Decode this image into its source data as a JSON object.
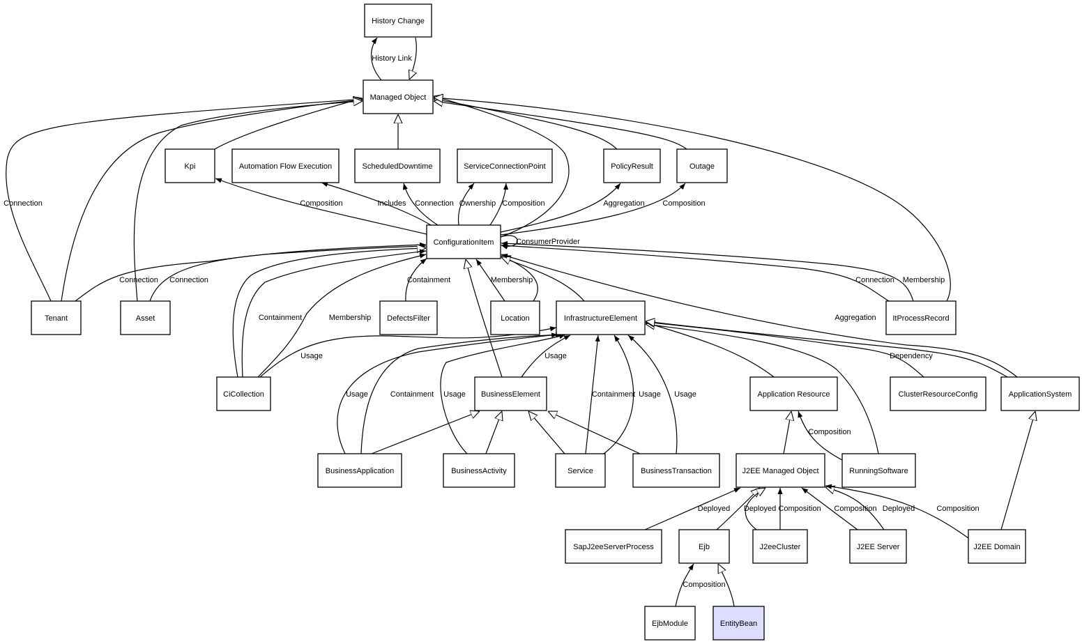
{
  "diagram": {
    "type": "uml-class-diagram",
    "default_node_fill": "#ffffff",
    "highlight_node_fill": "#ddddff",
    "nodes": [
      {
        "id": "HistoryChange",
        "label": "History Change"
      },
      {
        "id": "ManagedObject",
        "label": "Managed Object"
      },
      {
        "id": "Kpi",
        "label": "Kpi"
      },
      {
        "id": "AutomationFlowExecution",
        "label": "Automation Flow Execution"
      },
      {
        "id": "ScheduledDowntime",
        "label": "ScheduledDowntime"
      },
      {
        "id": "ServiceConnectionPoint",
        "label": "ServiceConnectionPoint"
      },
      {
        "id": "PolicyResult",
        "label": "PolicyResult"
      },
      {
        "id": "Outage",
        "label": "Outage"
      },
      {
        "id": "ConfigurationItem",
        "label": "ConfigurationItem"
      },
      {
        "id": "Tenant",
        "label": "Tenant"
      },
      {
        "id": "Asset",
        "label": "Asset"
      },
      {
        "id": "DefectsFilter",
        "label": "DefectsFilter"
      },
      {
        "id": "Location",
        "label": "Location"
      },
      {
        "id": "InfrastructureElement",
        "label": "InfrastructureElement"
      },
      {
        "id": "ItProcessRecord",
        "label": "ItProcessRecord"
      },
      {
        "id": "CiCollection",
        "label": "CiCollection"
      },
      {
        "id": "BusinessElement",
        "label": "BusinessElement"
      },
      {
        "id": "ApplicationResource",
        "label": "Application Resource"
      },
      {
        "id": "ClusterResourceConfig",
        "label": "ClusterResourceConfig"
      },
      {
        "id": "ApplicationSystem",
        "label": "ApplicationSystem"
      },
      {
        "id": "BusinessApplication",
        "label": "BusinessApplication"
      },
      {
        "id": "BusinessActivity",
        "label": "BusinessActivity"
      },
      {
        "id": "Service",
        "label": "Service"
      },
      {
        "id": "BusinessTransaction",
        "label": "BusinessTransaction"
      },
      {
        "id": "J2EEManagedObject",
        "label": "J2EE Managed Object"
      },
      {
        "id": "RunningSoftware",
        "label": "RunningSoftware"
      },
      {
        "id": "SapJ2eeServerProcess",
        "label": "SapJ2eeServerProcess"
      },
      {
        "id": "Ejb",
        "label": "Ejb"
      },
      {
        "id": "J2eeCluster",
        "label": "J2eeCluster"
      },
      {
        "id": "J2EEServer",
        "label": "J2EE Server"
      },
      {
        "id": "J2EEDomain",
        "label": "J2EE Domain"
      },
      {
        "id": "EjbModule",
        "label": "EjbModule"
      },
      {
        "id": "EntityBean",
        "label": "EntityBean",
        "highlighted": true
      }
    ],
    "edges": [
      {
        "from": "ManagedObject",
        "to": "HistoryChange",
        "label": "History Link",
        "arrow": "filled"
      },
      {
        "from": "HistoryChange",
        "to": "ManagedObject",
        "label": "",
        "arrow": "hollow"
      },
      {
        "from": "Kpi",
        "to": "ManagedObject",
        "label": "",
        "arrow": "hollow"
      },
      {
        "from": "Tenant",
        "to": "ManagedObject",
        "label": "Connection",
        "arrow": "filled"
      },
      {
        "from": "Tenant",
        "to": "ManagedObject",
        "label": "",
        "arrow": "hollow"
      },
      {
        "from": "Asset",
        "to": "ManagedObject",
        "label": "",
        "arrow": "hollow"
      },
      {
        "from": "ScheduledDowntime",
        "to": "ManagedObject",
        "label": "",
        "arrow": "hollow"
      },
      {
        "from": "ConfigurationItem",
        "to": "ManagedObject",
        "label": "",
        "arrow": "hollow"
      },
      {
        "from": "PolicyResult",
        "to": "ManagedObject",
        "label": "",
        "arrow": "hollow"
      },
      {
        "from": "Outage",
        "to": "ManagedObject",
        "label": "",
        "arrow": "hollow"
      },
      {
        "from": "ItProcessRecord",
        "to": "ManagedObject",
        "label": "",
        "arrow": "hollow"
      },
      {
        "from": "ConfigurationItem",
        "to": "Kpi",
        "label": "Composition",
        "arrow": "filled"
      },
      {
        "from": "ConfigurationItem",
        "to": "AutomationFlowExecution",
        "label": "Includes",
        "arrow": "filled"
      },
      {
        "from": "ConfigurationItem",
        "to": "ScheduledDowntime",
        "label": "Connection",
        "arrow": "filled"
      },
      {
        "from": "ConfigurationItem",
        "to": "ServiceConnectionPoint",
        "label": "Ownership",
        "arrow": "filled"
      },
      {
        "from": "ConfigurationItem",
        "to": "ServiceConnectionPoint",
        "label": "Composition",
        "arrow": "filled"
      },
      {
        "from": "ConfigurationItem",
        "to": "PolicyResult",
        "label": "Aggregation",
        "arrow": "filled"
      },
      {
        "from": "ConfigurationItem",
        "to": "Outage",
        "label": "Composition",
        "arrow": "filled"
      },
      {
        "from": "ConfigurationItem",
        "to": "ConfigurationItem",
        "label": "ConsumerProvider",
        "arrow": "filled"
      },
      {
        "from": "Tenant",
        "to": "ConfigurationItem",
        "label": "Connection",
        "arrow": "filled"
      },
      {
        "from": "Asset",
        "to": "ConfigurationItem",
        "label": "Connection",
        "arrow": "filled"
      },
      {
        "from": "CiCollection",
        "to": "ConfigurationItem",
        "label": "",
        "arrow": "hollow"
      },
      {
        "from": "CiCollection",
        "to": "ConfigurationItem",
        "label": "Containment",
        "arrow": "filled"
      },
      {
        "from": "CiCollection",
        "to": "ConfigurationItem",
        "label": "Membership",
        "arrow": "filled"
      },
      {
        "from": "DefectsFilter",
        "to": "ConfigurationItem",
        "label": "Containment",
        "arrow": "filled"
      },
      {
        "from": "Location",
        "to": "ConfigurationItem",
        "label": "Membership",
        "arrow": "filled"
      },
      {
        "from": "Location",
        "to": "ConfigurationItem",
        "label": "",
        "arrow": "hollow"
      },
      {
        "from": "InfrastructureElement",
        "to": "ConfigurationItem",
        "label": "",
        "arrow": "hollow"
      },
      {
        "from": "BusinessElement",
        "to": "ConfigurationItem",
        "label": "",
        "arrow": "hollow"
      },
      {
        "from": "ApplicationSystem",
        "to": "ConfigurationItem",
        "label": "Aggregation",
        "arrow": "filled"
      },
      {
        "from": "ItProcessRecord",
        "to": "ConfigurationItem",
        "label": "Connection",
        "arrow": "filled"
      },
      {
        "from": "ItProcessRecord",
        "to": "ConfigurationItem",
        "label": "Membership",
        "arrow": "filled"
      },
      {
        "from": "CiCollection",
        "to": "InfrastructureElement",
        "label": "Usage",
        "arrow": "filled"
      },
      {
        "from": "BusinessApplication",
        "to": "InfrastructureElement",
        "label": "Usage",
        "arrow": "filled"
      },
      {
        "from": "BusinessApplication",
        "to": "InfrastructureElement",
        "label": "Containment",
        "arrow": "filled"
      },
      {
        "from": "BusinessActivity",
        "to": "InfrastructureElement",
        "label": "Usage",
        "arrow": "filled"
      },
      {
        "from": "BusinessElement",
        "to": "InfrastructureElement",
        "label": "Usage",
        "arrow": "filled"
      },
      {
        "from": "Service",
        "to": "InfrastructureElement",
        "label": "Containment",
        "arrow": "filled"
      },
      {
        "from": "Service",
        "to": "InfrastructureElement",
        "label": "Usage",
        "arrow": "filled"
      },
      {
        "from": "BusinessTransaction",
        "to": "InfrastructureElement",
        "label": "Usage",
        "arrow": "filled"
      },
      {
        "from": "ApplicationResource",
        "to": "InfrastructureElement",
        "label": "",
        "arrow": "hollow"
      },
      {
        "from": "RunningSoftware",
        "to": "InfrastructureElement",
        "label": "",
        "arrow": "hollow"
      },
      {
        "from": "ClusterResourceConfig",
        "to": "InfrastructureElement",
        "label": "Dependency",
        "arrow": "hollow"
      },
      {
        "from": "ApplicationSystem",
        "to": "InfrastructureElement",
        "label": "",
        "arrow": "hollow"
      },
      {
        "from": "BusinessApplication",
        "to": "BusinessElement",
        "label": "",
        "arrow": "hollow"
      },
      {
        "from": "BusinessActivity",
        "to": "BusinessElement",
        "label": "",
        "arrow": "hollow"
      },
      {
        "from": "Service",
        "to": "BusinessElement",
        "label": "",
        "arrow": "hollow"
      },
      {
        "from": "BusinessTransaction",
        "to": "BusinessElement",
        "label": "",
        "arrow": "hollow"
      },
      {
        "from": "J2EEManagedObject",
        "to": "ApplicationResource",
        "label": "",
        "arrow": "hollow"
      },
      {
        "from": "RunningSoftware",
        "to": "ApplicationResource",
        "label": "Composition",
        "arrow": "filled"
      },
      {
        "from": "J2EEDomain",
        "to": "ApplicationSystem",
        "label": "",
        "arrow": "hollow"
      },
      {
        "from": "SapJ2eeServerProcess",
        "to": "J2EEManagedObject",
        "label": "Deployed",
        "arrow": "filled"
      },
      {
        "from": "Ejb",
        "to": "J2EEManagedObject",
        "label": "",
        "arrow": "hollow"
      },
      {
        "from": "J2eeCluster",
        "to": "J2EEManagedObject",
        "label": "Deployed",
        "arrow": "hollow"
      },
      {
        "from": "J2eeCluster",
        "to": "J2EEManagedObject",
        "label": "Composition",
        "arrow": "filled"
      },
      {
        "from": "J2EEServer",
        "to": "J2EEManagedObject",
        "label": "Composition",
        "arrow": "filled"
      },
      {
        "from": "J2EEServer",
        "to": "J2EEManagedObject",
        "label": "Deployed",
        "arrow": "hollow"
      },
      {
        "from": "J2EEDomain",
        "to": "J2EEManagedObject",
        "label": "Composition",
        "arrow": "filled"
      },
      {
        "from": "EjbModule",
        "to": "Ejb",
        "label": "Composition",
        "arrow": "filled"
      },
      {
        "from": "EntityBean",
        "to": "Ejb",
        "label": "",
        "arrow": "hollow"
      }
    ]
  }
}
